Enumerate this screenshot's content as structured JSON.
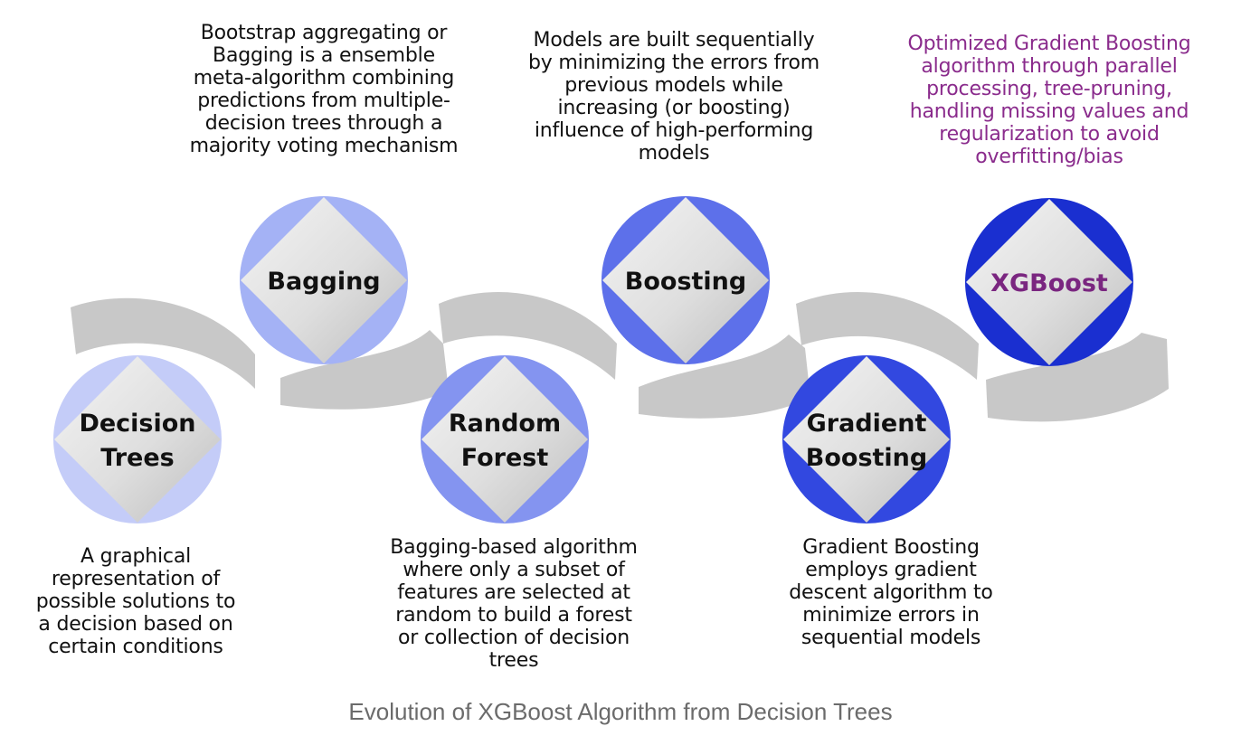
{
  "nodes": [
    {
      "id": "decision-trees",
      "lines": [
        "Decision",
        "Trees"
      ],
      "description": "A graphical\nrepresentation of\npossible solutions to\na decision based on\ncertain conditions",
      "circle_color": "#c4ccf8",
      "label_color": "#111111"
    },
    {
      "id": "bagging",
      "lines": [
        "Bagging"
      ],
      "description": "Bootstrap aggregating or\nBagging is a ensemble\nmeta-algorithm combining\npredictions from multiple-\ndecision trees through a\nmajority voting mechanism",
      "circle_color": "#a4b2f5",
      "label_color": "#111111"
    },
    {
      "id": "random-forest",
      "lines": [
        "Random",
        "Forest"
      ],
      "description": "Bagging-based algorithm\nwhere only a subset of\nfeatures are selected at\nrandom to build a forest\nor collection of decision\ntrees",
      "circle_color": "#8494f0",
      "label_color": "#111111"
    },
    {
      "id": "boosting",
      "lines": [
        "Boosting"
      ],
      "description": "Models are built sequentially\nby minimizing the errors from\nprevious models while\nincreasing (or boosting)\ninfluence of high-performing\nmodels",
      "circle_color": "#5d70ea",
      "label_color": "#111111"
    },
    {
      "id": "gradient-boosting",
      "lines": [
        "Gradient",
        "Boosting"
      ],
      "description": "Gradient Boosting\nemploys gradient\ndescent algorithm to\nminimize errors  in\nsequential models",
      "circle_color": "#3248e0",
      "label_color": "#111111"
    },
    {
      "id": "xgboost",
      "lines": [
        "XGBoost"
      ],
      "description": "Optimized Gradient Boosting\nalgorithm through parallel\nprocessing, tree-pruning,\nhandling missing values and\nregularization to avoid\noverfitting/bias",
      "circle_color": "#1a2fd0",
      "label_color": "#7a2680"
    }
  ],
  "colors": {
    "arrow": "#c8c8c8",
    "diamond_light": "#f4f4f4",
    "diamond_dark": "#bdbdbd",
    "highlight_text": "#8a2b8c",
    "caption": "#6b6b6b"
  },
  "caption": "Evolution of XGBoost Algorithm from Decision Trees"
}
